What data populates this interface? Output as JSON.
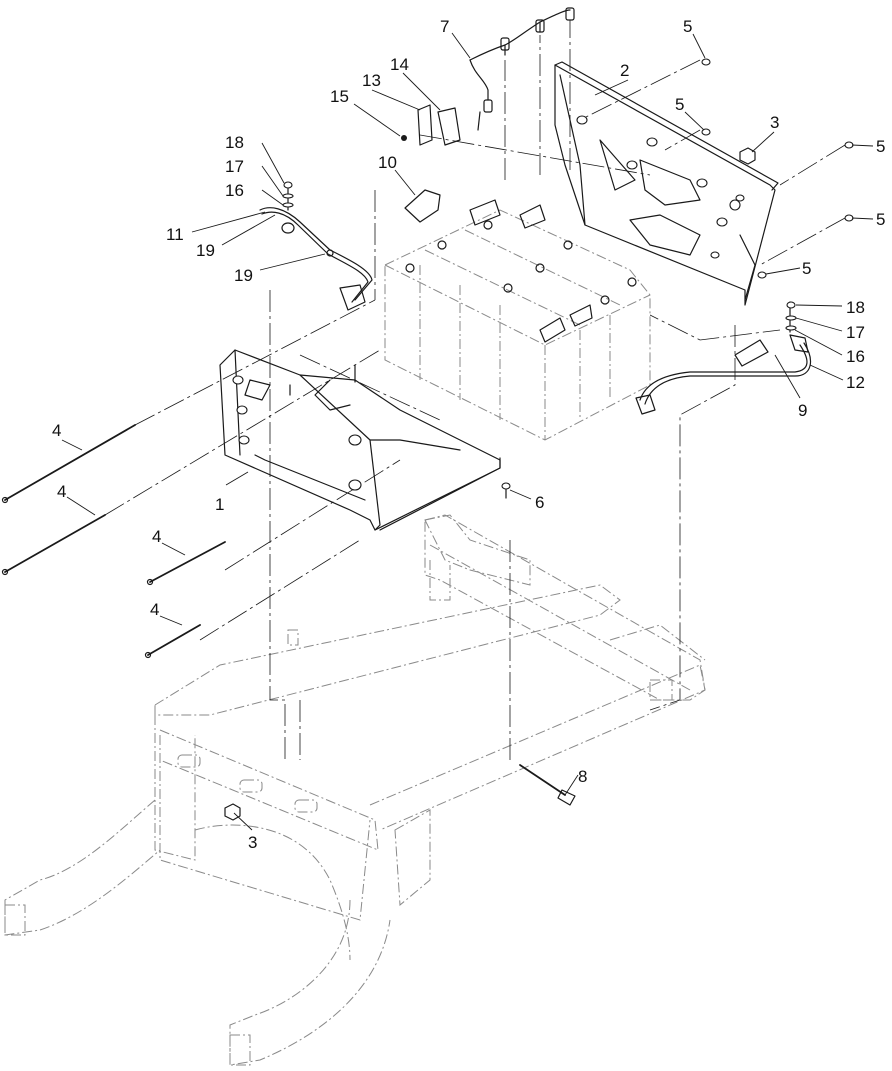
{
  "callouts": [
    {
      "id": "c1",
      "text": "1"
    },
    {
      "id": "c2",
      "text": "2"
    },
    {
      "id": "c3a",
      "text": "3"
    },
    {
      "id": "c3b",
      "text": "3"
    },
    {
      "id": "c4a",
      "text": "4"
    },
    {
      "id": "c4b",
      "text": "4"
    },
    {
      "id": "c4c",
      "text": "4"
    },
    {
      "id": "c4d",
      "text": "4"
    },
    {
      "id": "c5a",
      "text": "5"
    },
    {
      "id": "c5b",
      "text": "5"
    },
    {
      "id": "c5c",
      "text": "5"
    },
    {
      "id": "c5d",
      "text": "5"
    },
    {
      "id": "c5e",
      "text": "5"
    },
    {
      "id": "c6",
      "text": "6"
    },
    {
      "id": "c7",
      "text": "7"
    },
    {
      "id": "c8",
      "text": "8"
    },
    {
      "id": "c9",
      "text": "9"
    },
    {
      "id": "c10",
      "text": "10"
    },
    {
      "id": "c11",
      "text": "11"
    },
    {
      "id": "c12",
      "text": "12"
    },
    {
      "id": "c13",
      "text": "13"
    },
    {
      "id": "c14",
      "text": "14"
    },
    {
      "id": "c15",
      "text": "15"
    },
    {
      "id": "c16a",
      "text": "16"
    },
    {
      "id": "c16b",
      "text": "16"
    },
    {
      "id": "c17a",
      "text": "17"
    },
    {
      "id": "c17b",
      "text": "17"
    },
    {
      "id": "c18a",
      "text": "18"
    },
    {
      "id": "c18b",
      "text": "18"
    },
    {
      "id": "c19a",
      "text": "19"
    },
    {
      "id": "c19b",
      "text": "19"
    }
  ]
}
